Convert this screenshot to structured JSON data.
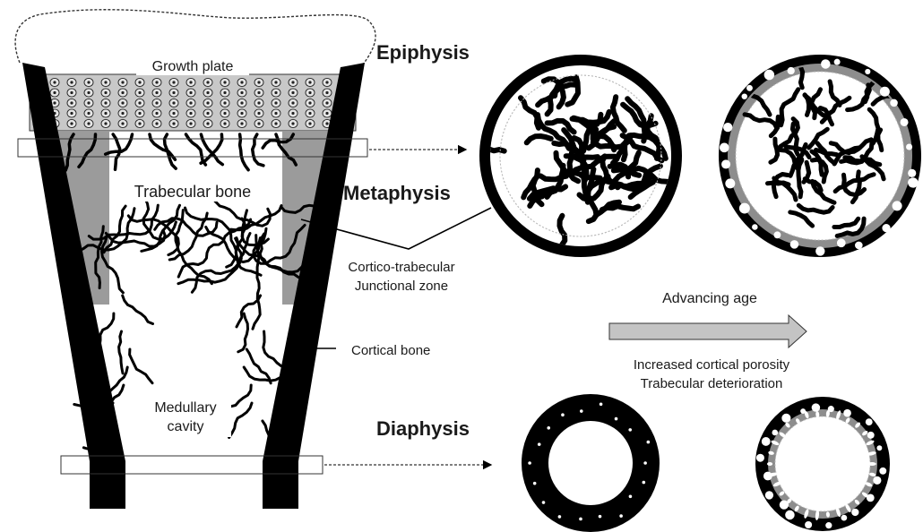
{
  "labels": {
    "growth_plate": "Growth plate",
    "epiphysis": "Epiphysis",
    "trabecular_bone": "Trabecular bone",
    "metaphysis": "Metaphysis",
    "junction_line1": "Cortico-trabecular",
    "junction_line2": "Junctional zone",
    "cortical_bone": "Cortical bone",
    "medullary_line1": "Medullary",
    "medullary_line2": "cavity",
    "diaphysis": "Diaphysis",
    "advancing_age": "Advancing age",
    "effect_line1": "Increased cortical porosity",
    "effect_line2": "Trabecular deterioration"
  },
  "colors": {
    "bone": "#000000",
    "growth_plate_fill": "#c8c8c8",
    "junction_fill": "#9b9b9b",
    "arrow_fill": "#c4c4c4"
  }
}
